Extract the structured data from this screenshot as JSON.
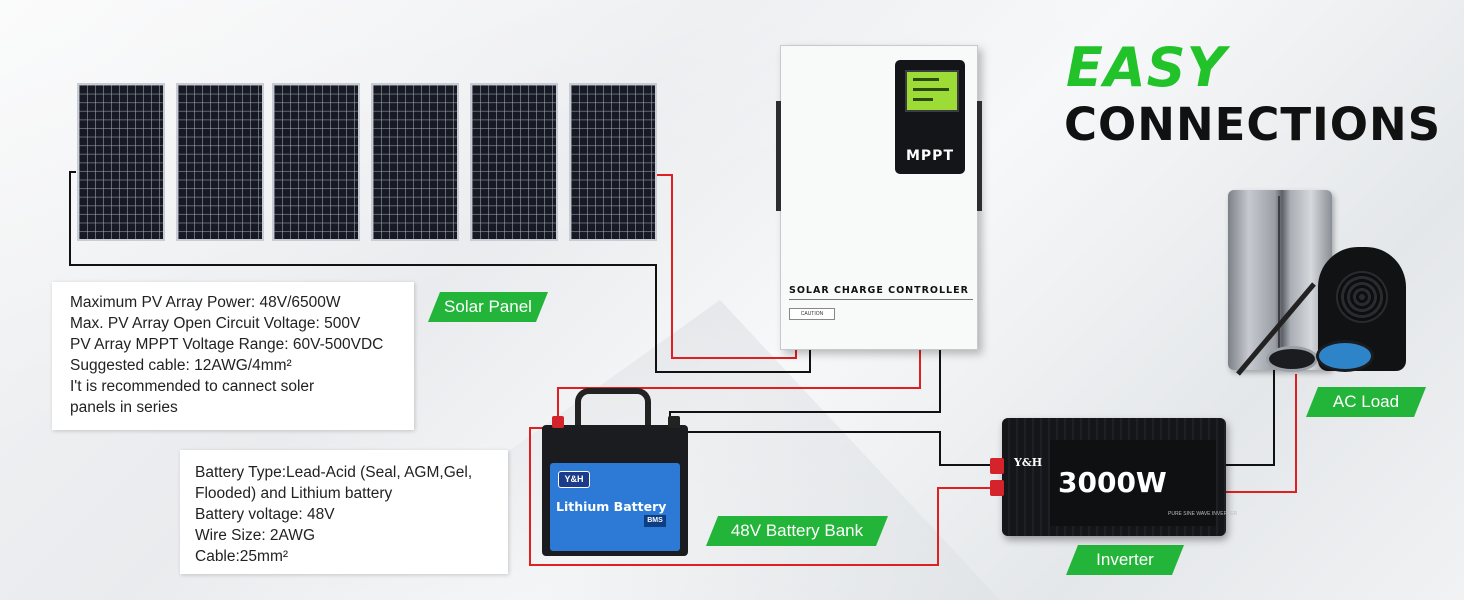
{
  "heading": {
    "line1": "EASY",
    "line2": "CONNECTIONS"
  },
  "pv_info": {
    "lines": [
      "Maximum PV Array Power: 48V/6500W",
      "Max. PV Array Open Circuit Voltage: 500V",
      "PV Array MPPT Voltage Range: 60V-500VDC",
      "Suggested cable: 12AWG/4mm²",
      "I't is recommended to cannect soler",
      "panels in series"
    ]
  },
  "battery_info": {
    "lines": [
      "Battery Type:Lead-Acid (Seal, AGM,Gel,",
      "Flooded) and Lithium battery",
      "Battery voltage: 48V",
      "Wire Size: 2AWG",
      "Cable:25mm²"
    ]
  },
  "tags": {
    "solar_panel": "Solar Panel",
    "battery_bank": "48V Battery Bank",
    "inverter": "Inverter",
    "ac_load": "AC Load"
  },
  "controller": {
    "display_label": "MPPT",
    "label": "SOLAR CHARGE CONTROLLER",
    "caution": "CAUTION"
  },
  "battery": {
    "brand": "Y&H",
    "name": "Lithium Battery",
    "badge": "BMS"
  },
  "inverter_device": {
    "brand": "Y&H",
    "power": "3000W",
    "subtitle": "PURE SINE WAVE INVERTER"
  },
  "colors": {
    "accent_green": "#22c32a",
    "tag_green": "#23b43a",
    "wire_red": "#e02020",
    "wire_black": "#111111"
  }
}
